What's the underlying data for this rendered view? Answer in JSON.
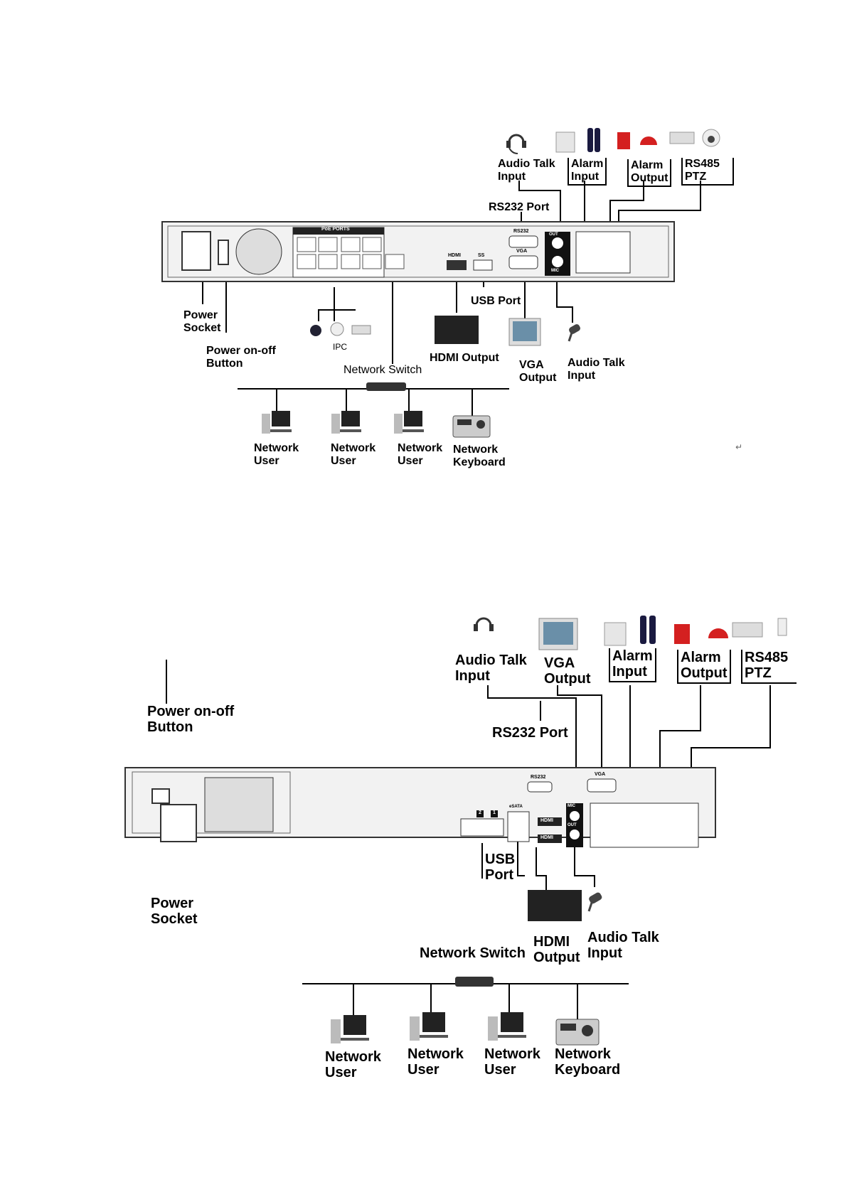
{
  "diagram1": {
    "labels": {
      "audio_talk_input_top": [
        "Audio Talk",
        "Input"
      ],
      "alarm_input": [
        "Alarm",
        "Input"
      ],
      "alarm_output": [
        "Alarm",
        "Output"
      ],
      "rs485_ptz": [
        "RS485",
        "PTZ"
      ],
      "rs232_port": "RS232 Port",
      "power_socket": [
        "Power",
        "Socket"
      ],
      "power_button": [
        "Power on-off",
        "Button"
      ],
      "usb_port": "USB Port",
      "hdmi_output": "HDMI Output",
      "vga_output": [
        "VGA",
        "Output"
      ],
      "audio_talk_input_bottom": [
        "Audio Talk",
        "Input"
      ],
      "ipc": "IPC",
      "network_switch": "Network Switch",
      "network_user_1": [
        "Network",
        "User"
      ],
      "network_user_2": [
        "Network",
        "User"
      ],
      "network_user_3": [
        "Network",
        "User"
      ],
      "network_keyboard": [
        "Network",
        "Keyboard"
      ]
    },
    "panel": {
      "poe_ports": "PoE PORTS",
      "hdmi": "HDMI",
      "usb": "SS",
      "rs232": "RS232",
      "vga": "VGA",
      "out": "OUT",
      "mic": "MIC"
    }
  },
  "diagram2": {
    "labels": {
      "audio_talk_input_top": [
        "Audio Talk",
        "Input"
      ],
      "vga_output": [
        "VGA",
        "Output"
      ],
      "alarm_input": [
        "Alarm",
        "Input"
      ],
      "alarm_output": [
        "Alarm",
        "Output"
      ],
      "rs485_ptz": [
        "RS485",
        "PTZ"
      ],
      "power_button": [
        "Power on-off",
        "Button"
      ],
      "rs232_port": "RS232 Port",
      "power_socket": [
        "Power",
        "Socket"
      ],
      "usb_port": [
        "USB",
        "Port"
      ],
      "network_switch": "Network Switch",
      "hdmi_output": [
        "HDMI",
        "Output"
      ],
      "audio_talk_input_bottom": [
        "Audio Talk",
        "Input"
      ],
      "network_user_1": [
        "Network",
        "User"
      ],
      "network_user_2": [
        "Network",
        "User"
      ],
      "network_user_3": [
        "Network",
        "User"
      ],
      "network_keyboard": [
        "Network",
        "Keyboard"
      ]
    },
    "panel": {
      "rs232": "RS232",
      "vga": "VGA",
      "esata": "eSATA",
      "mic": "MIC",
      "out": "OUT",
      "hdmi1": "HDMI",
      "hdmi2": "HDMI",
      "lan1": "1",
      "lan2": "2"
    }
  },
  "colors": {
    "line": "#000000",
    "panel": "#f2f2f2",
    "panel_stroke": "#333333",
    "alarm_red": "#d42020"
  }
}
